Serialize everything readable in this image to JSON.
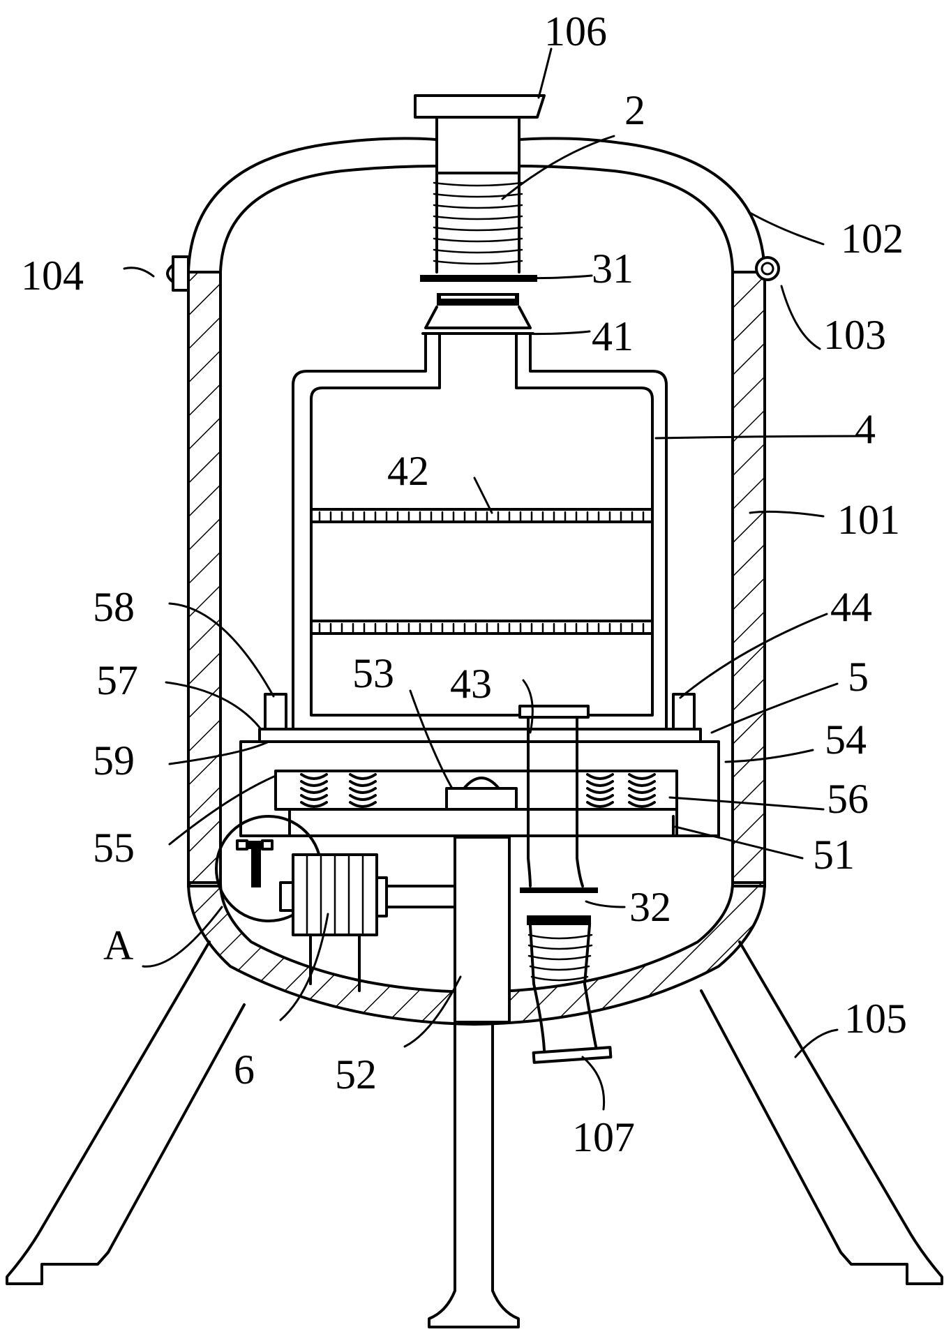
{
  "figure": {
    "labels": {
      "l106": "106",
      "l2": "2",
      "l102": "102",
      "l104": "104",
      "l31": "31",
      "l103": "103",
      "l41": "41",
      "l4": "4",
      "l42": "42",
      "l101": "101",
      "l58": "58",
      "l44": "44",
      "l53": "53",
      "l43": "43",
      "l57": "57",
      "l5": "5",
      "l54": "54",
      "l59": "59",
      "l56": "56",
      "l55": "55",
      "l51": "51",
      "l32": "32",
      "lA": "A",
      "l105": "105",
      "l6": "6",
      "l52": "52",
      "l107": "107"
    }
  }
}
